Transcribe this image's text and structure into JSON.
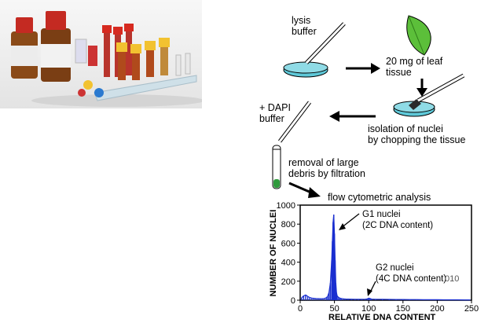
{
  "photo": {
    "label": "lab reagent bottles and sample tubes in rack"
  },
  "steps": {
    "lysis_buffer": [
      "lysis",
      "buffer"
    ],
    "leaf": [
      "20 mg of leaf",
      "tissue"
    ],
    "isolation": [
      "isolation of nuclei",
      "by chopping the tissue"
    ],
    "dapi": [
      "+ DAPI",
      "buffer"
    ],
    "filtration": [
      "removal of large",
      "debris by filtration"
    ],
    "flow": "flow cytometric analysis"
  },
  "colors": {
    "dish_liquid": "#5ec8d8",
    "leaf": "#5cbf3a",
    "histogram": "#1a2fd0",
    "tube_green": "#2f9a3c"
  },
  "chart_data": {
    "type": "bar",
    "xlabel": "RELATIVE DNA CONTENT",
    "ylabel": "NUMBER OF NUCLEI",
    "xlim": [
      0,
      250
    ],
    "ylim": [
      0,
      1000
    ],
    "xticks": [
      "0",
      "50",
      "100",
      "150",
      "200",
      "250"
    ],
    "yticks": [
      "0",
      "200",
      "400",
      "600",
      "800",
      "1000"
    ],
    "x": [
      2,
      5,
      8,
      11,
      14,
      17,
      20,
      23,
      26,
      29,
      32,
      35,
      38,
      40,
      42,
      44,
      46,
      47,
      48,
      49,
      50,
      51,
      52,
      53,
      54,
      56,
      58,
      60,
      63,
      66,
      70,
      75,
      80,
      85,
      90,
      95,
      98,
      100,
      102,
      104,
      110,
      120,
      130,
      140,
      150,
      160,
      170,
      180,
      190,
      200,
      210,
      220,
      230,
      240,
      248
    ],
    "values": [
      25,
      45,
      55,
      40,
      28,
      22,
      20,
      18,
      17,
      16,
      16,
      18,
      25,
      40,
      80,
      180,
      420,
      620,
      820,
      900,
      700,
      420,
      180,
      80,
      45,
      30,
      22,
      18,
      15,
      13,
      12,
      11,
      10,
      10,
      10,
      11,
      14,
      22,
      18,
      12,
      10,
      9,
      8,
      7,
      7,
      6,
      6,
      5,
      5,
      5,
      4,
      4,
      4,
      3,
      3
    ],
    "annotations": {
      "g1": [
        "G1 nuclei",
        "(2C DNA content)"
      ],
      "g2": [
        "G2 nuclei",
        "(4C DNA content)"
      ],
      "stray": "010"
    }
  }
}
